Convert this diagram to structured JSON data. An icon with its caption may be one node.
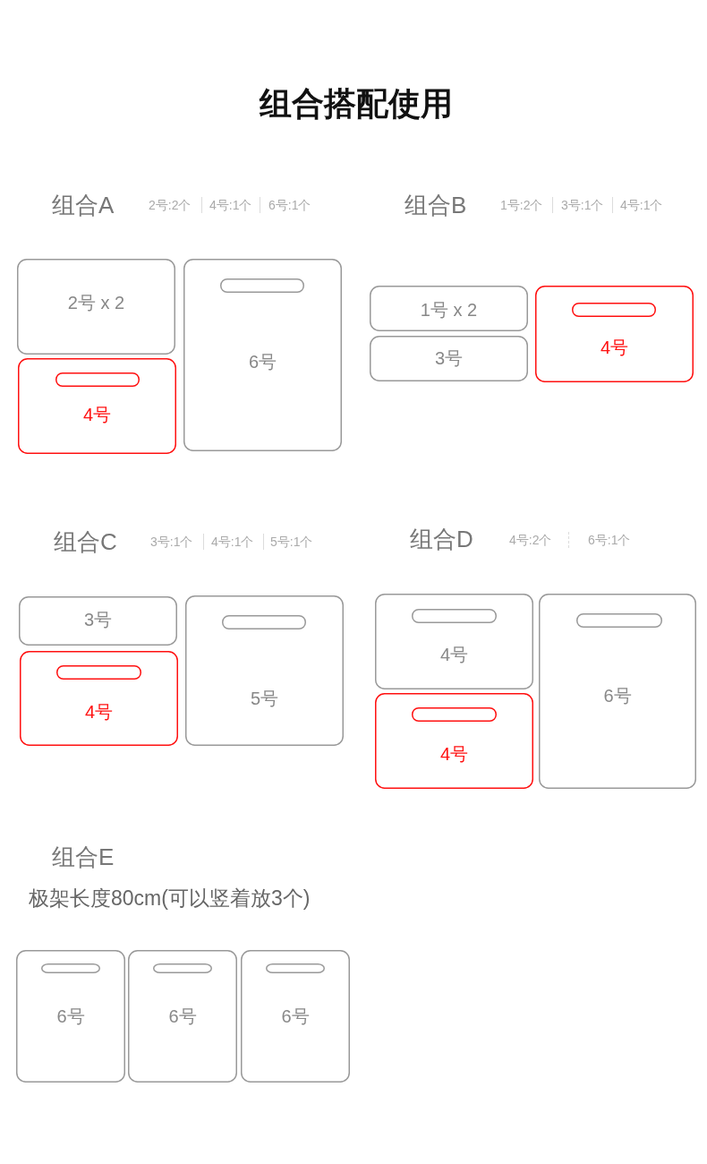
{
  "diagram": {
    "title": "组合搭配使用",
    "nodes": [
      {
        "text": [
          "2号 x 2"
        ]
      },
      {
        "text": [
          "6号"
        ]
      },
      {
        "text": [
          "4号"
        ]
      },
      {
        "text": [
          "1号 x 2"
        ]
      },
      {
        "text": [
          "4号"
        ]
      },
      {
        "text": [
          "3号"
        ]
      },
      {
        "text": [
          "3号"
        ]
      },
      {
        "text": [
          "5号"
        ]
      },
      {
        "text": [
          "4号"
        ]
      },
      {
        "text": [
          "4号"
        ]
      },
      {
        "text": [
          "6号"
        ]
      },
      {
        "text": [
          "4号"
        ]
      },
      {
        "text": [
          "6号"
        ]
      },
      {
        "text": [
          "6号"
        ]
      },
      {
        "text": [
          "6号"
        ]
      }
    ],
    "labels": [
      "组合A",
      "2号:2个",
      "4号:1个",
      "6号:1个",
      "组合B",
      "1号:2个",
      "3号:1个",
      "4号:1个",
      "组合C",
      "3号:1个",
      "4号:1个",
      "5号:1个",
      "组合D",
      "4号:2个",
      "6号:1个",
      "组合E",
      "极架长度80cm(可以竖着放3个)"
    ]
  }
}
